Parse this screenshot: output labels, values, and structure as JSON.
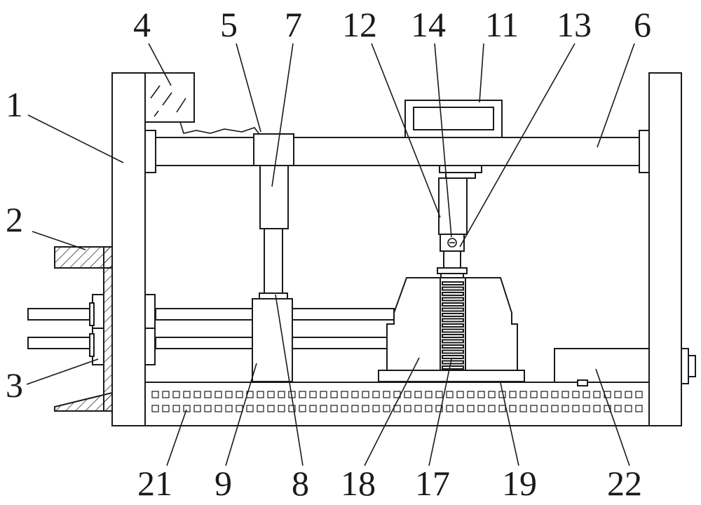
{
  "labels": {
    "l1": "1",
    "l2": "2",
    "l3": "3",
    "l4": "4",
    "l5": "5",
    "l6": "6",
    "l7": "7",
    "l8": "8",
    "l9": "9",
    "l11": "11",
    "l12": "12",
    "l13": "13",
    "l14": "14",
    "l17": "17",
    "l18": "18",
    "l19": "19",
    "l21": "21",
    "l22": "22"
  },
  "colors": {
    "line": "#1a1a1a",
    "background": "#ffffff"
  }
}
